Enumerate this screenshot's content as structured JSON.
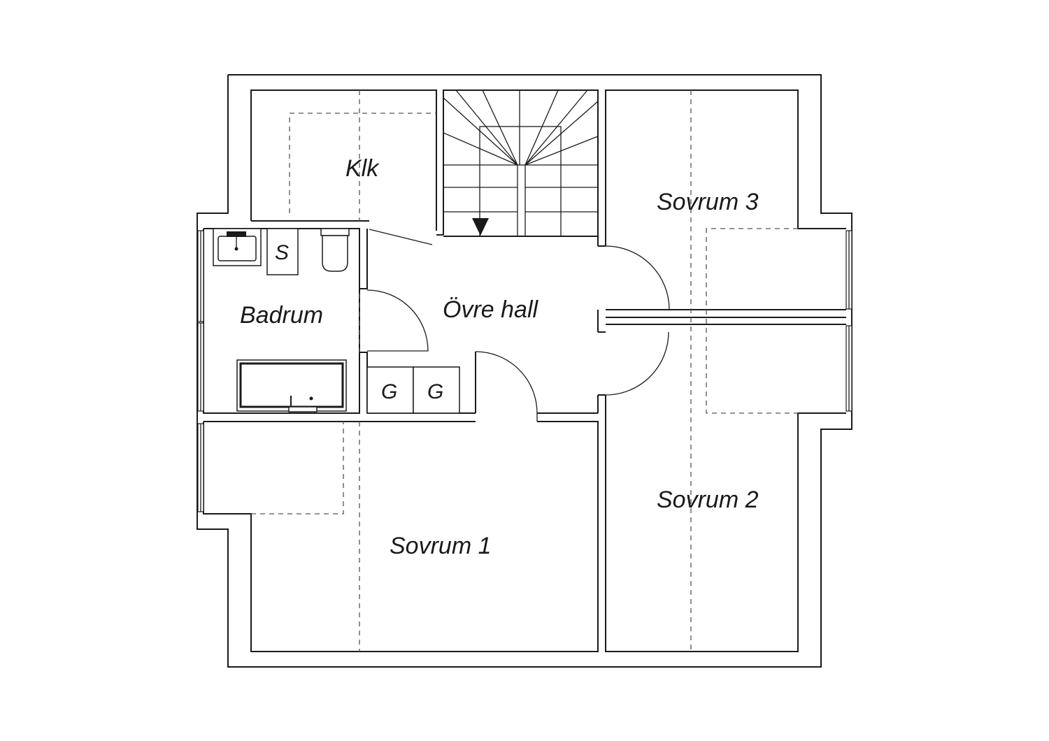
{
  "floor_plan": {
    "rooms": {
      "klk": "Klk",
      "sovrum_3": "Sovrum 3",
      "badrum": "Badrum",
      "ovre_hall": "Övre hall",
      "sovrum_2": "Sovrum 2",
      "sovrum_1": "Sovrum 1"
    },
    "fixtures": {
      "storage": "S",
      "closet_left": "G",
      "closet_right": "G"
    },
    "stair_arrow_icon": "arrow-down-icon",
    "colors": {
      "line": "#1a1a1a",
      "background": "#ffffff"
    }
  }
}
